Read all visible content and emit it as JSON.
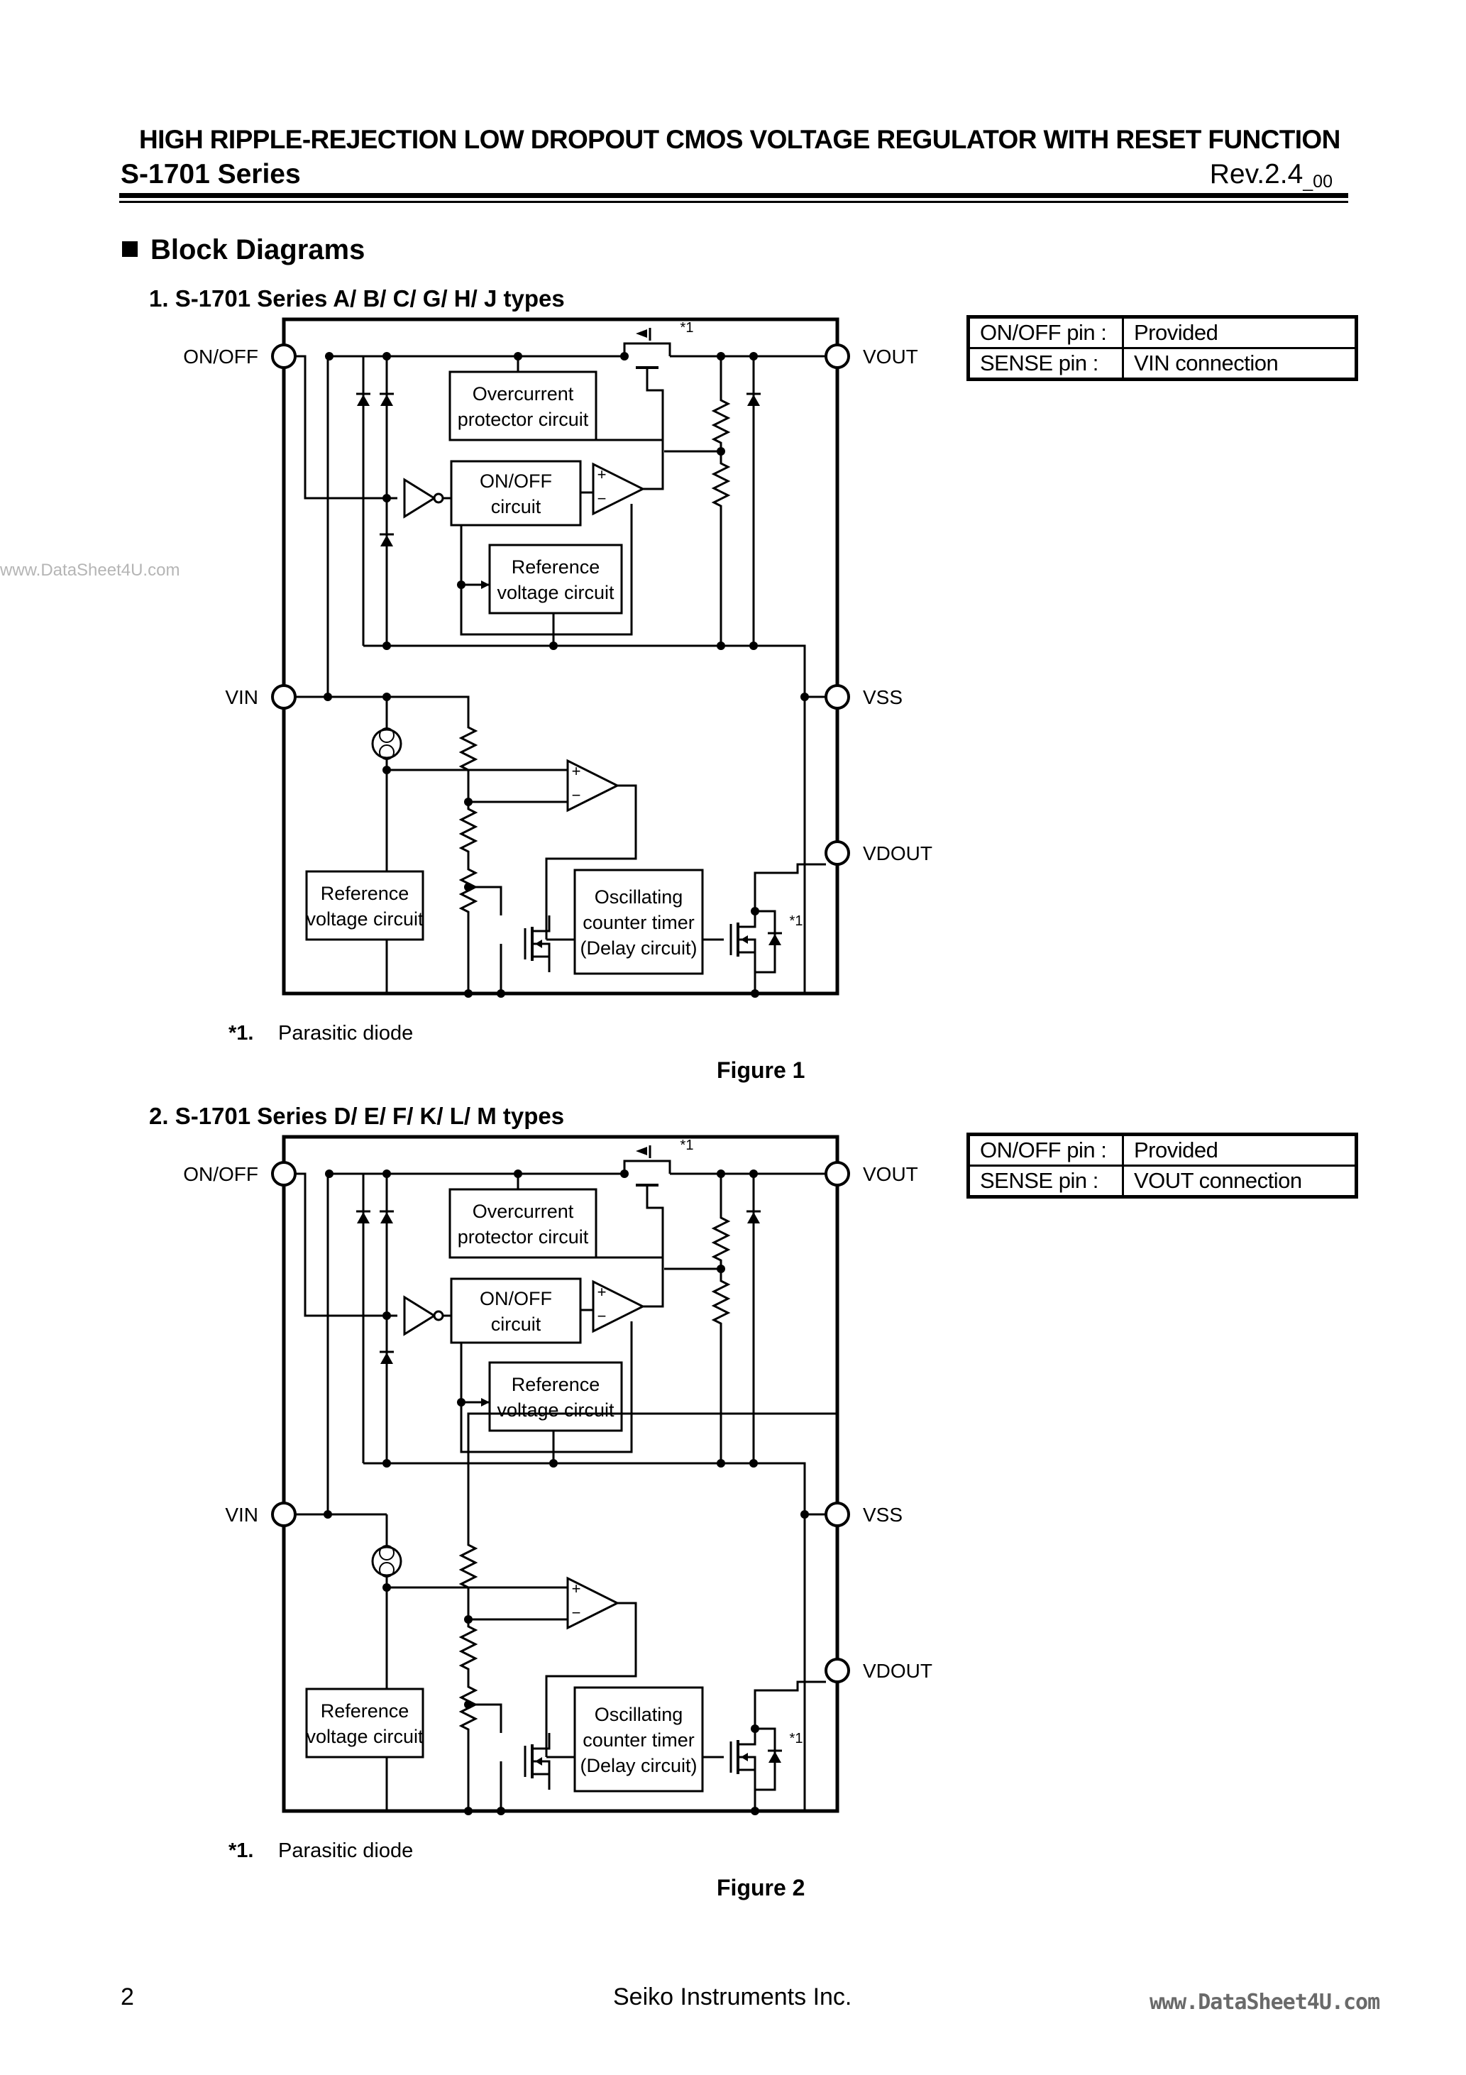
{
  "header": {
    "title": "HIGH RIPPLE-REJECTION LOW DROPOUT CMOS VOLTAGE REGULATOR WITH RESET FUNCTION",
    "series": "S-1701 Series",
    "rev": "Rev.2.4",
    "rev_sub": "_00"
  },
  "section": {
    "title": "Block Diagrams"
  },
  "watermark_left": "www.DataSheet4U.com",
  "diagrams": [
    {
      "subtitle": "1.  S-1701 Series A/ B/ C/ G/ H/ J types",
      "pins": {
        "onoff": "ON/OFF",
        "vout": "VOUT",
        "vin": "VIN",
        "vss": "VSS",
        "vdout": "VDOUT"
      },
      "blocks": {
        "overcurrent_1": "Overcurrent",
        "overcurrent_2": "protector circuit",
        "onoff_1": "ON/OFF",
        "onoff_2": "circuit",
        "ref_top_1": "Reference",
        "ref_top_2": "voltage circuit",
        "ref_bot_1": "Reference",
        "ref_bot_2": "voltage circuit",
        "osc_1": "Oscillating",
        "osc_2": "counter timer",
        "osc_3": "(Delay circuit)"
      },
      "footnote_mark": "*1",
      "note_num": "*1.",
      "note_text": "Parasitic diode",
      "caption": "Figure 1",
      "table": [
        [
          "ON/OFF pin :",
          "Provided"
        ],
        [
          "SENSE pin :",
          "VIN connection"
        ]
      ]
    },
    {
      "subtitle": "2.  S-1701 Series D/ E/ F/ K/ L/ M types",
      "pins": {
        "onoff": "ON/OFF",
        "vout": "VOUT",
        "vin": "VIN",
        "vss": "VSS",
        "vdout": "VDOUT"
      },
      "blocks": {
        "overcurrent_1": "Overcurrent",
        "overcurrent_2": "protector circuit",
        "onoff_1": "ON/OFF",
        "onoff_2": "circuit",
        "ref_top_1": "Reference",
        "ref_top_2": "voltage circuit",
        "ref_bot_1": "Reference",
        "ref_bot_2": "voltage circuit",
        "osc_1": "Oscillating",
        "osc_2": "counter timer",
        "osc_3": "(Delay circuit)"
      },
      "footnote_mark": "*1",
      "note_num": "*1.",
      "note_text": "Parasitic diode",
      "caption": "Figure 2",
      "table": [
        [
          "ON/OFF pin :",
          "Provided"
        ],
        [
          "SENSE pin :",
          "VOUT connection"
        ]
      ]
    }
  ],
  "footer": {
    "page": "2",
    "company": "Seiko Instruments Inc.",
    "watermark": "www.DataSheet4U.com"
  }
}
